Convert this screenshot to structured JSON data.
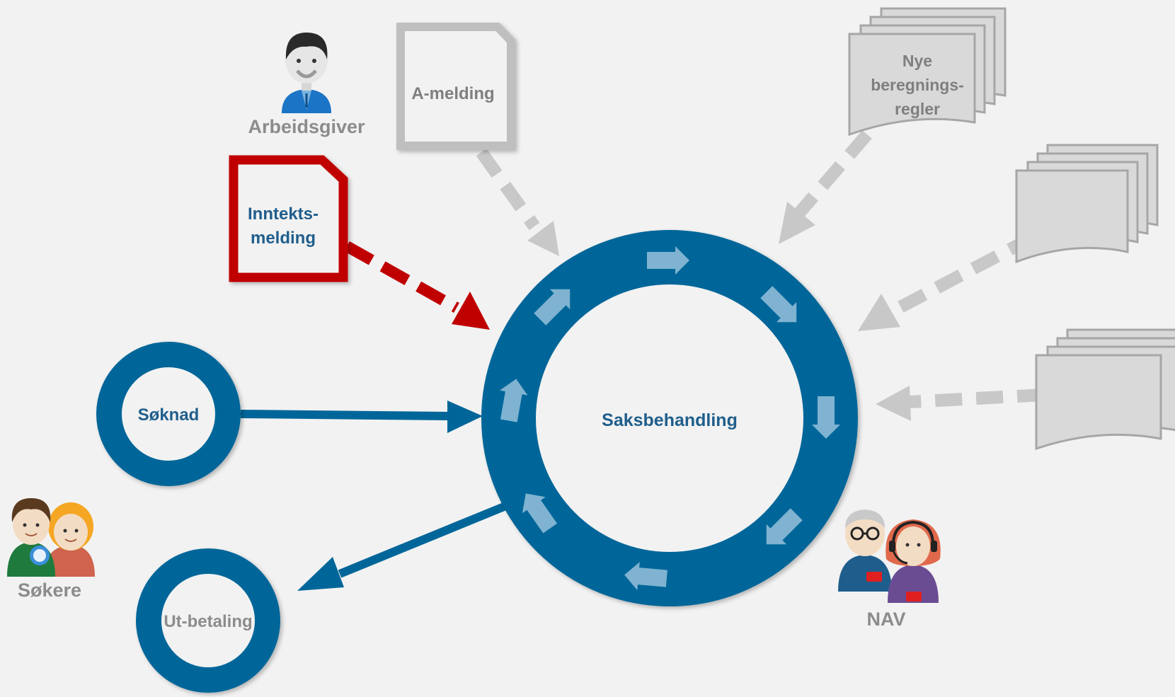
{
  "actors": {
    "employer": "Arbeidsgiver",
    "applicants": "Søkere",
    "nav": "NAV"
  },
  "documents": {
    "a_melding": "A-melding",
    "inntektsmelding": [
      "Inntekts-",
      "melding"
    ],
    "new_rules": [
      "Nye",
      "beregnings-",
      "regler"
    ]
  },
  "nodes": {
    "application": "Søknad",
    "processing": "Saksbehandling",
    "payout": "Ut-betaling"
  },
  "colors": {
    "nav_blue": "#006699",
    "highlight_red": "#c00000",
    "doc_grey": "#bfbfbf",
    "label_grey": "#8c8c8c",
    "background": "#f2f2f2"
  }
}
